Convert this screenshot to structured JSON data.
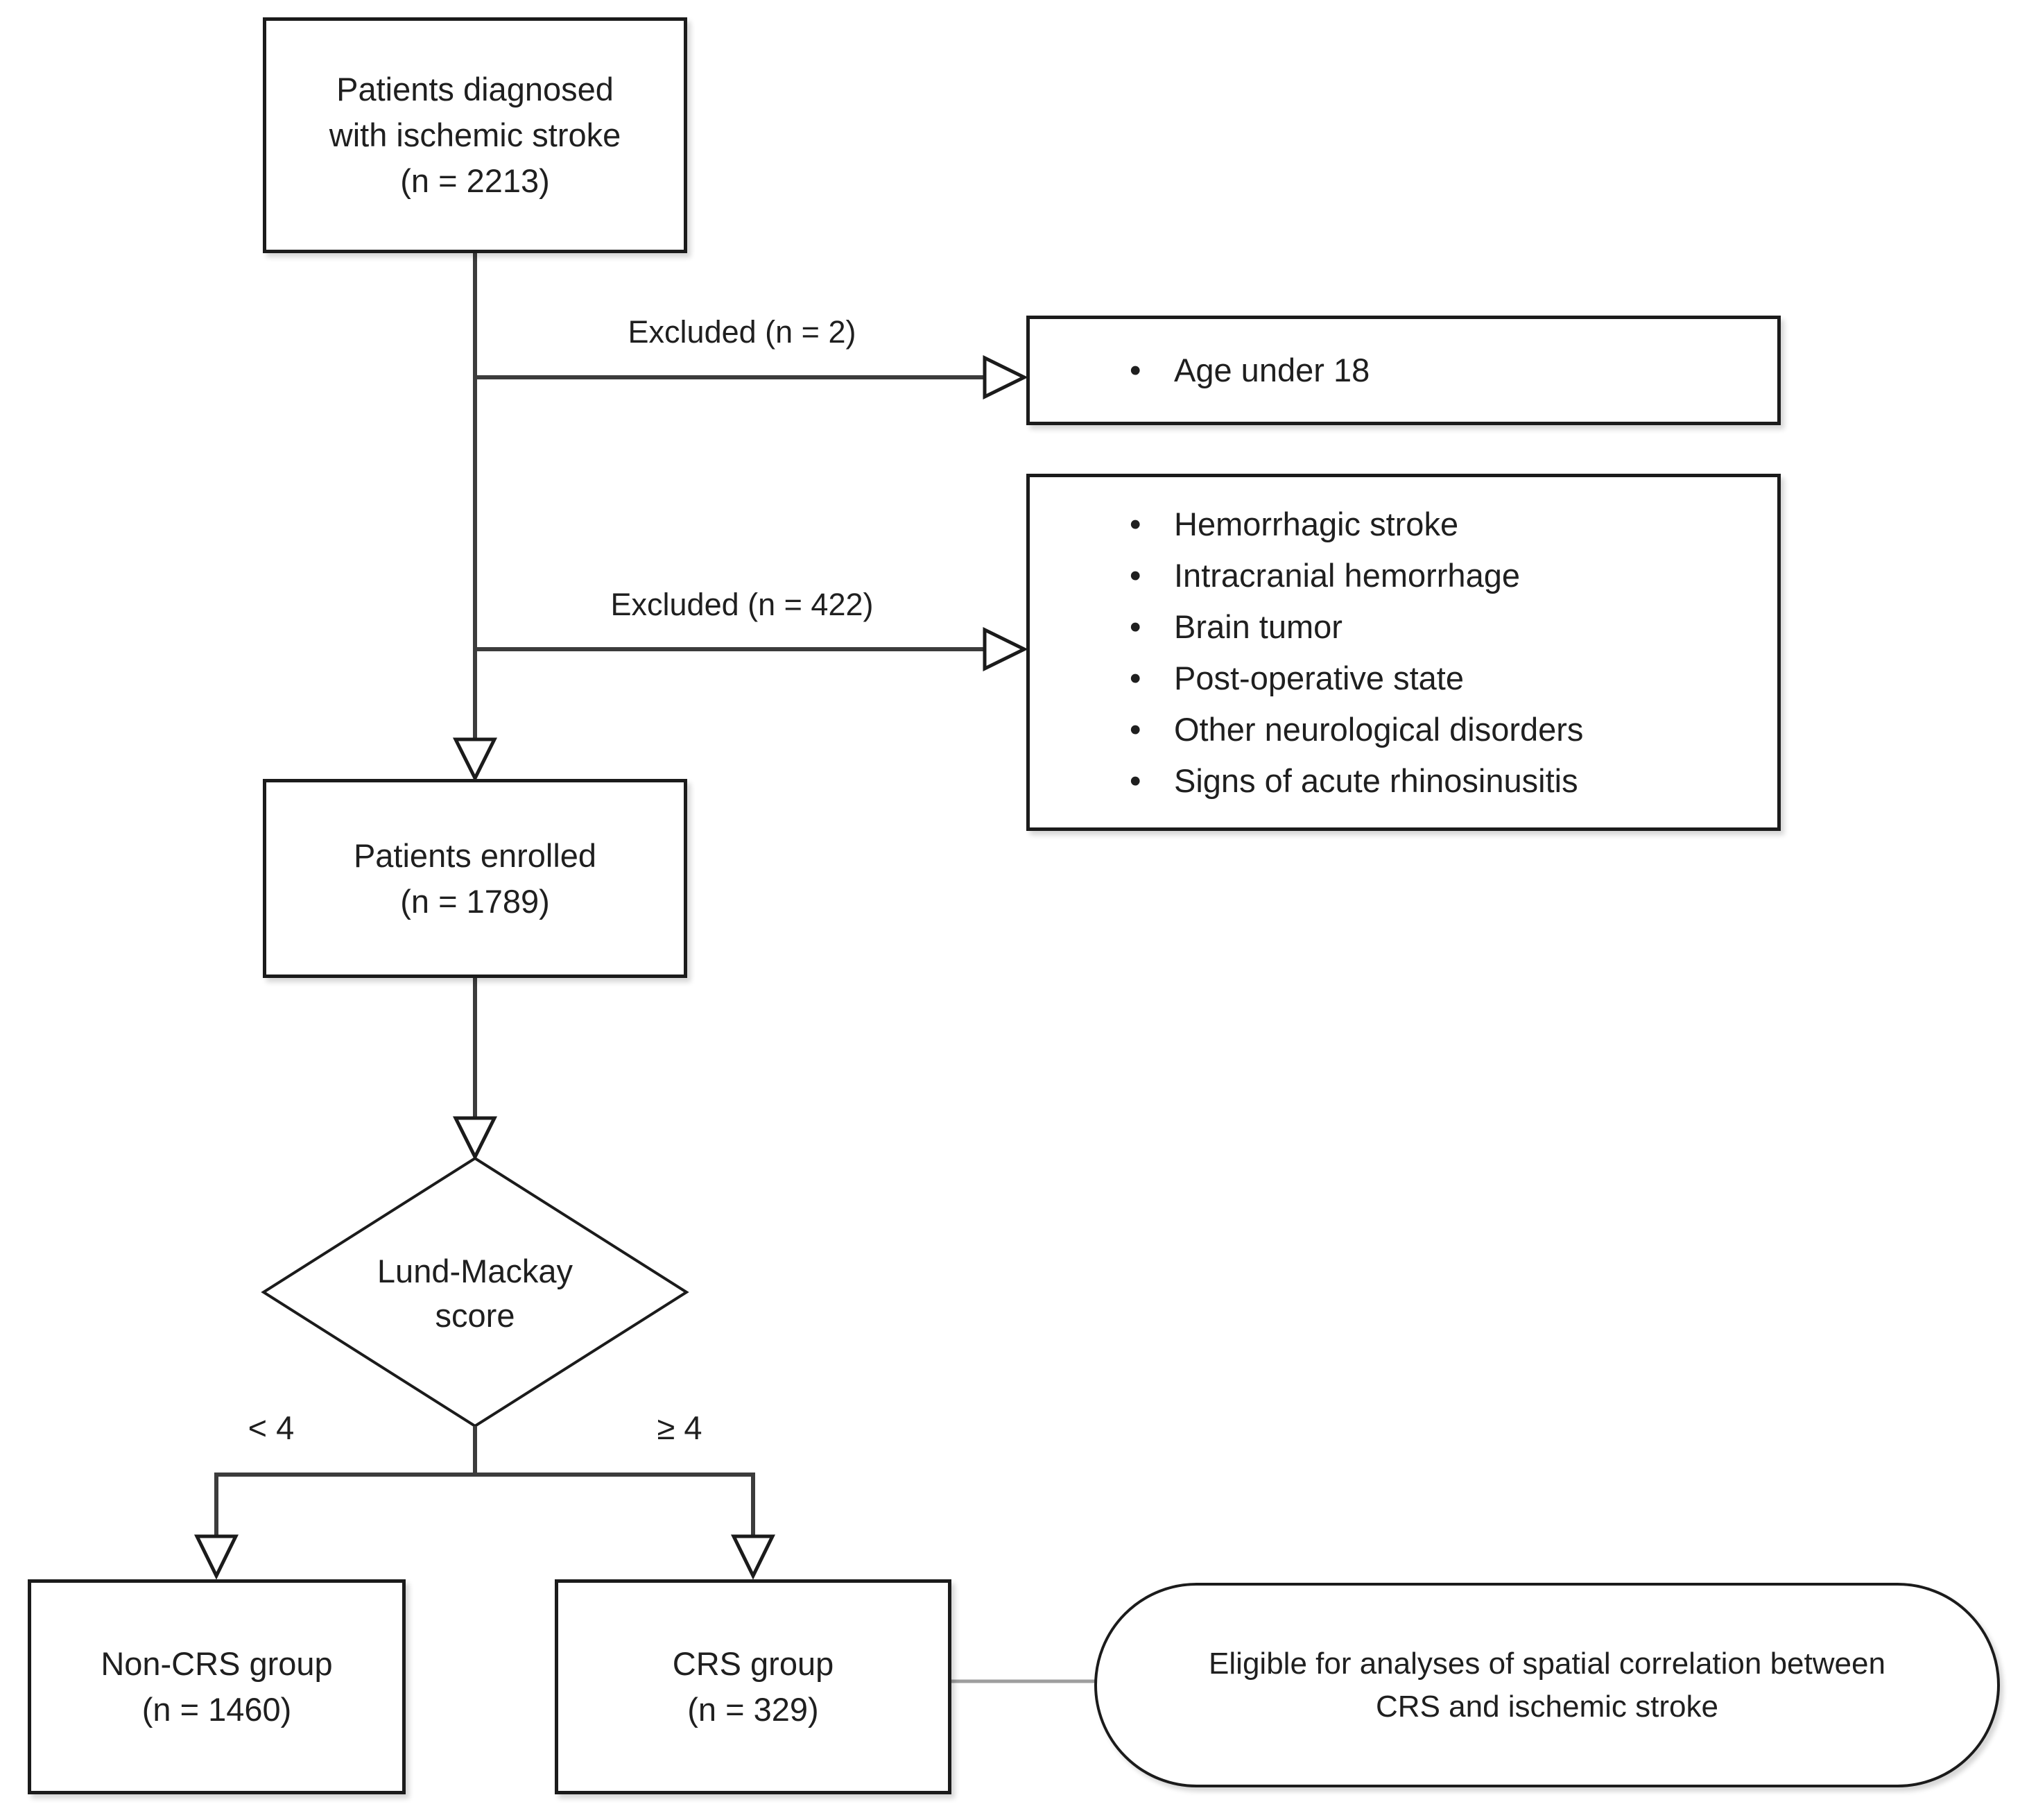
{
  "diagram": {
    "background": "#ffffff",
    "colors": {
      "line": "#3c3c3c",
      "border": "#1b1b1b",
      "text": "#1f1f1f",
      "gray_connector": "#9e9e9e"
    },
    "nodes": {
      "diagnosed": {
        "lines": [
          "Patients diagnosed",
          "with ischemic stroke",
          "(n = 2213)"
        ]
      },
      "exclusion1": {
        "label": "Excluded (n = 2)",
        "items": [
          "Age under 18"
        ]
      },
      "exclusion2": {
        "label": "Excluded (n = 422)",
        "items": [
          "Hemorrhagic stroke",
          "Intracranial hemorrhage",
          "Brain tumor",
          "Post-operative state",
          "Other neurological disorders",
          "Signs of acute rhinosinusitis"
        ]
      },
      "enrolled": {
        "lines": [
          "Patients enrolled",
          "(n = 1789)"
        ]
      },
      "decision": {
        "lines": [
          "Lund-Mackay",
          "score"
        ]
      },
      "branch_left": {
        "label": "< 4"
      },
      "branch_right": {
        "label": "≥ 4"
      },
      "non_crs": {
        "lines": [
          "Non-CRS group",
          "(n = 1460)"
        ]
      },
      "crs": {
        "lines": [
          "CRS group",
          "(n = 329)"
        ]
      },
      "eligible": {
        "lines": [
          "Eligible for analyses of spatial correlation between",
          "CRS and ischemic stroke"
        ]
      }
    }
  }
}
